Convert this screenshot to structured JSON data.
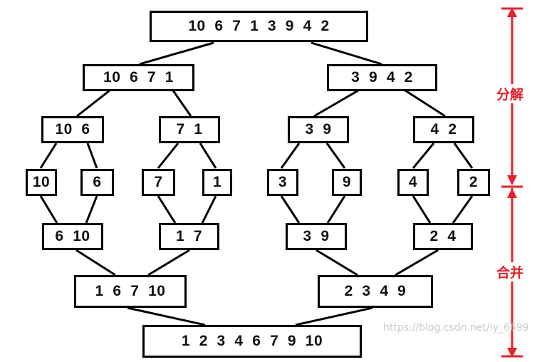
{
  "merge_sort": {
    "input": "10  6  7  1  3  9  4  2",
    "split_1": [
      "10  6  7  1",
      "3  9  4  2"
    ],
    "split_2": [
      "10  6",
      "7  1",
      "3  9",
      "4  2"
    ],
    "singles": [
      "10",
      "6",
      "7",
      "1",
      "3",
      "9",
      "4",
      "2"
    ],
    "merged_pairs": [
      "6  10",
      "1  7",
      "3  9",
      "2  4"
    ],
    "merged_quads": [
      "1  6  7  10",
      "2  3  4  9"
    ],
    "output": "1  2  3  4  6  7  9  10"
  },
  "phases": {
    "divide": "分解",
    "merge": "合并"
  },
  "watermark": "https://blog.csdn.net/ly_6699",
  "colors": {
    "phase": "#e8202a",
    "box_border": "#000000"
  }
}
